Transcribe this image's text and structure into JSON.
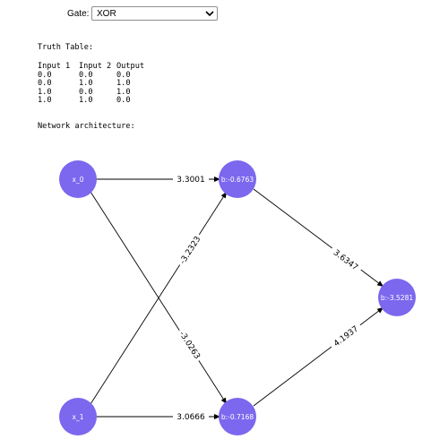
{
  "gate": {
    "label": "Gate:",
    "selected": "XOR"
  },
  "truth_table": {
    "title": "Truth Table:",
    "headers": [
      "Input 1",
      "Input 2",
      "Output"
    ],
    "rows": [
      [
        "0.0",
        "0.0",
        "0.0"
      ],
      [
        "0.0",
        "1.0",
        "1.0"
      ],
      [
        "1.0",
        "0.0",
        "1.0"
      ],
      [
        "1.0",
        "1.0",
        "0.0"
      ]
    ]
  },
  "network": {
    "title": "Network architecture:",
    "node_color": "#7b68ee",
    "nodes": {
      "x0": "x_0",
      "x1": "x_1",
      "h0": "b:-0.6763",
      "h1": "b:-0.7168",
      "out": "b:-3.5281"
    },
    "weights": {
      "x0_h0": "3.3001",
      "x0_h1": "-3.0263",
      "x1_h0": "-3.2323",
      "x1_h1": "3.0666",
      "h0_out": "3.6347",
      "h1_out": "4.1937"
    }
  }
}
